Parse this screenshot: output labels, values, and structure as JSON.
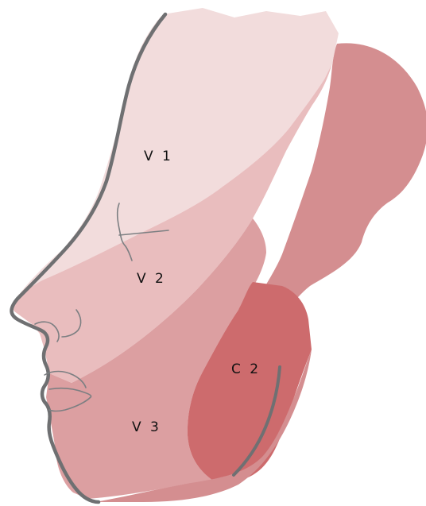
{
  "diagram": {
    "regions": [
      {
        "id": "V1",
        "label": "V 1",
        "color": "#f2dcdc"
      },
      {
        "id": "V2",
        "label": "V 2",
        "color": "#e9bdbe"
      },
      {
        "id": "V3",
        "label": "V 3",
        "color": "#dc9fa1"
      },
      {
        "id": "C2",
        "label": "C 2",
        "color": "#cd6b6d"
      },
      {
        "id": "posterior",
        "label": "",
        "color": "#d48e90"
      }
    ],
    "outline_color": "#6f7072"
  }
}
